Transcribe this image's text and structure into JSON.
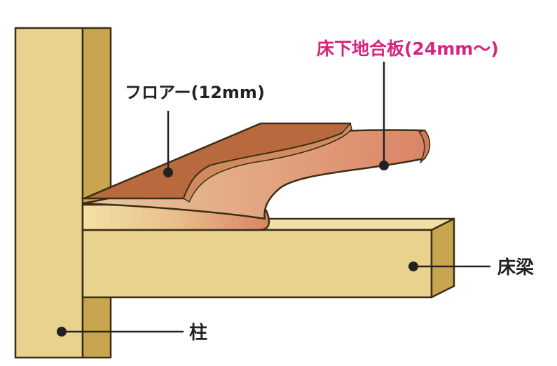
{
  "labels": {
    "flooring": "フロアー(12mm)",
    "subfloor": "床下地合板(24mm〜)",
    "beam": "床梁",
    "post": "柱"
  },
  "colors": {
    "wood_light": "#E9D28E",
    "wood_side": "#C9A550",
    "outline": "#3A2E14",
    "flooring": "#B8693E",
    "plywood_top": "#DD9472",
    "plywood_edge": "#E8A987",
    "subfloor_label": "#D6247F",
    "text": "#222222"
  }
}
